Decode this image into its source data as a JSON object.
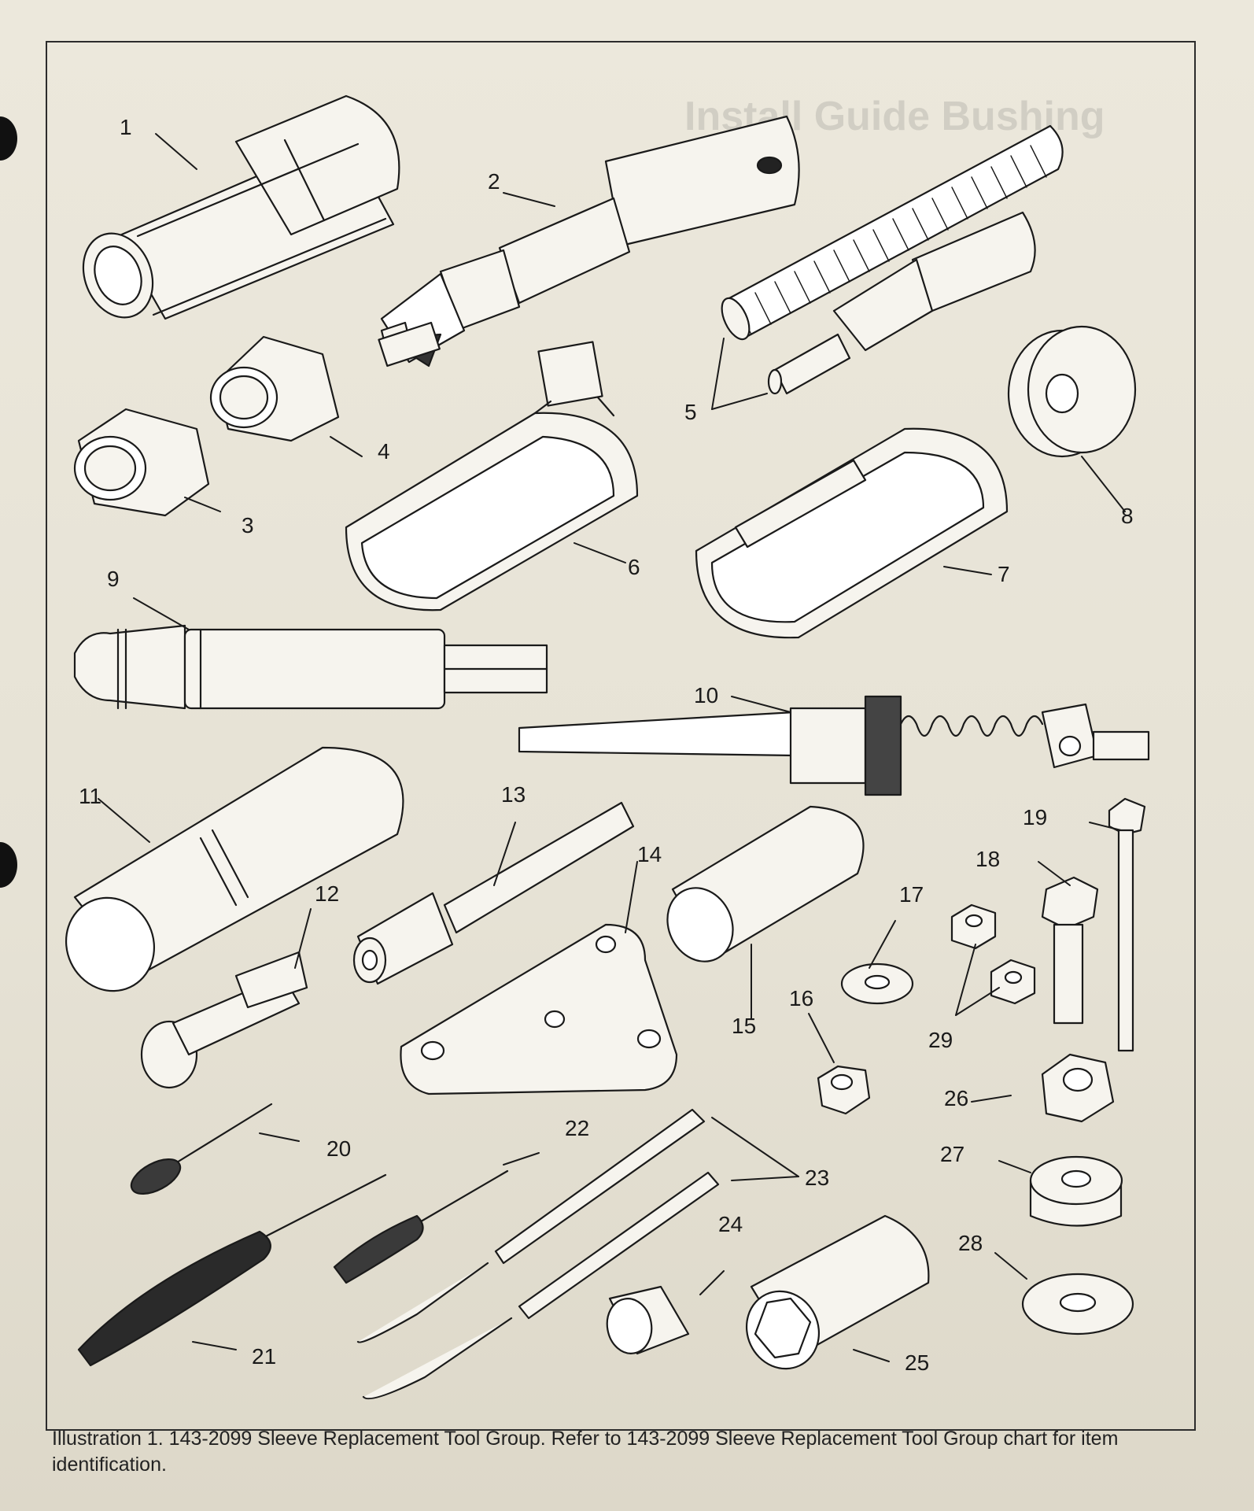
{
  "callouts": [
    "1",
    "2",
    "3",
    "4",
    "5",
    "6",
    "7",
    "8",
    "9",
    "10",
    "11",
    "12",
    "13",
    "14",
    "15",
    "16",
    "17",
    "18",
    "19",
    "20",
    "21",
    "22",
    "23",
    "24",
    "25",
    "26",
    "27",
    "28",
    "29"
  ],
  "caption": {
    "text": "Illustration 1.  143-2099 Sleeve Replacement Tool Group.  Refer to 143-2099 Sleeve Replacement Tool Group chart for item identification."
  },
  "bleed_through": {
    "heading": "Install Guide Bushing"
  },
  "colors": {
    "paper": "#e7e3d7",
    "ink": "#1a1a1a"
  }
}
